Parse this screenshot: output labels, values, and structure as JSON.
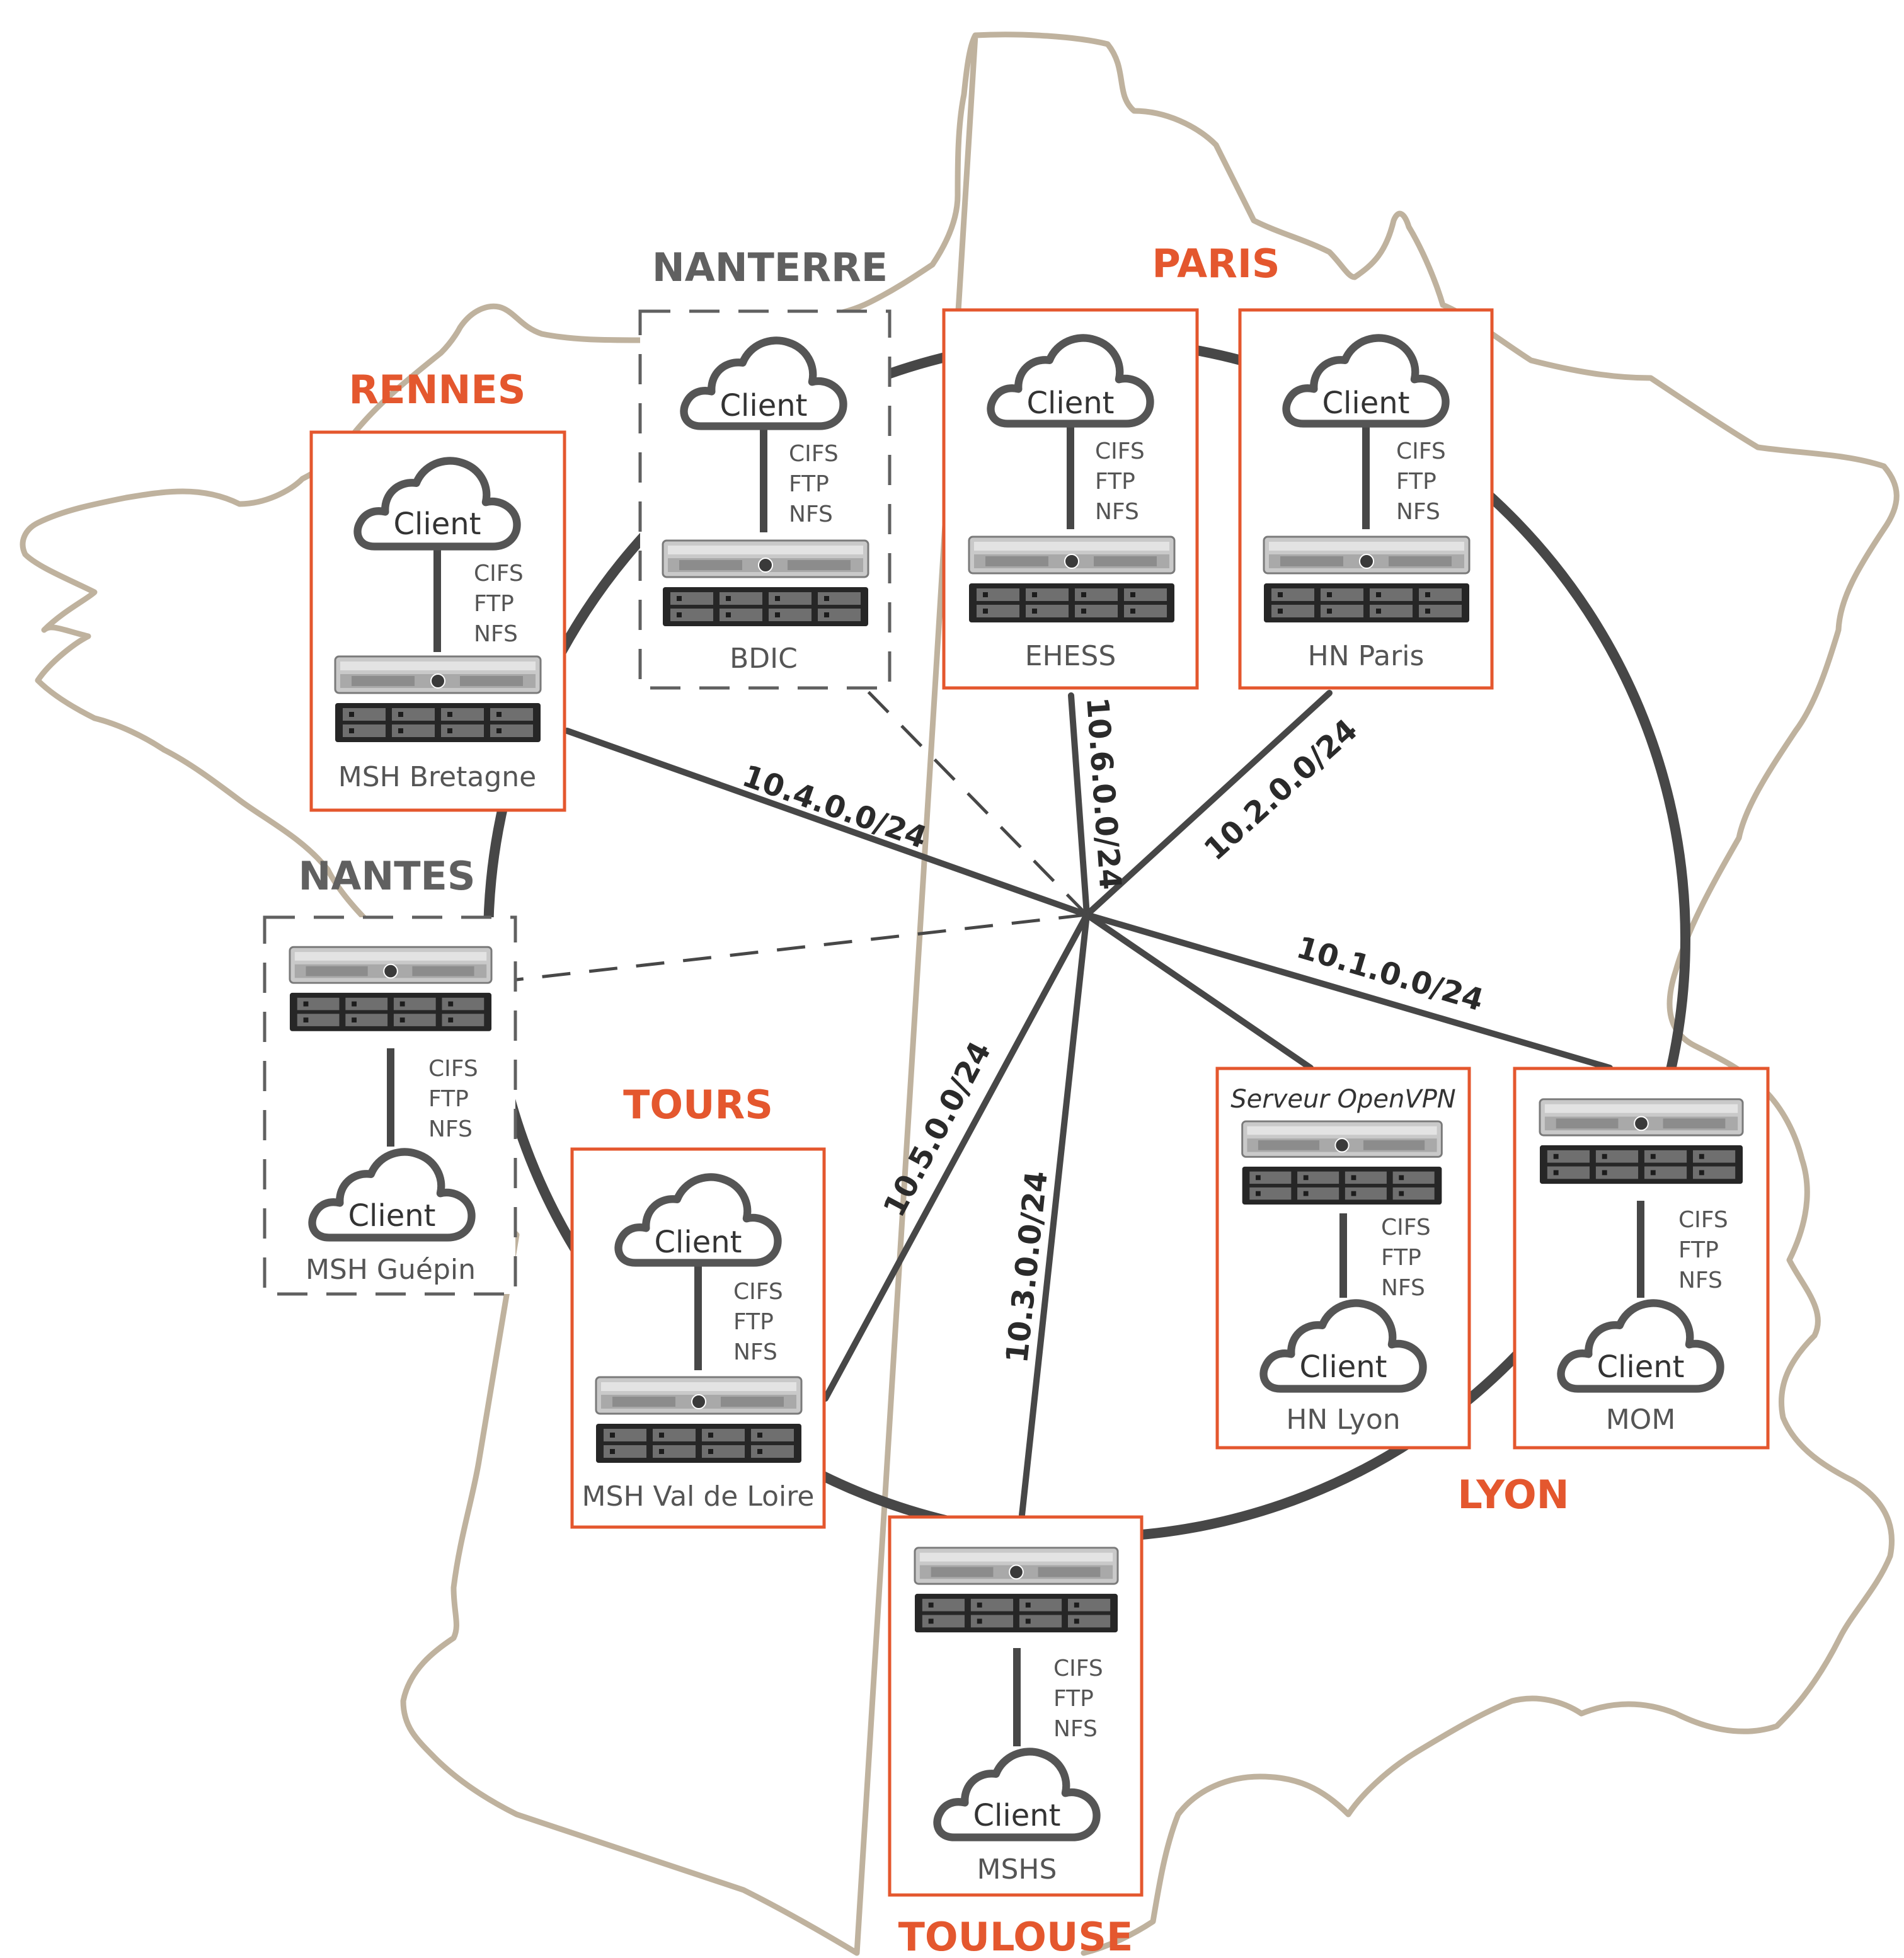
{
  "cities": {
    "rennes": "RENNES",
    "nanterre": "NANTERRE",
    "paris": "PARIS",
    "nantes": "NANTES",
    "tours": "TOURS",
    "lyon": "LYON",
    "toulouse": "TOULOUSE"
  },
  "sites": {
    "msh_bretagne": "MSH Bretagne",
    "bdic": "BDIC",
    "ehess": "EHESS",
    "hn_paris": "HN Paris",
    "msh_guepin": "MSH Guépin",
    "msh_val_de_loire": "MSH Val de Loire",
    "hn_lyon": "HN Lyon",
    "mom": "MOM",
    "mshs": "MSHS"
  },
  "common": {
    "client": "Client",
    "cifs": "CIFS",
    "ftp": "FTP",
    "nfs": "NFS",
    "openvpn_server": "Serveur OpenVPN"
  },
  "subnets": {
    "rennes": "10.4.0.0/24",
    "paris_ehess": "10.6.0.0/24",
    "paris_hn": "10.2.0.0/24",
    "lyon": "10.1.0.0/24",
    "tours": "10.5.0.0/24",
    "toulouse": "10.3.0.0/24"
  },
  "colors": {
    "accent": "#e4572e",
    "nonmember": "#606060",
    "map_outline": "#bfb29e",
    "ring": "#474747"
  }
}
